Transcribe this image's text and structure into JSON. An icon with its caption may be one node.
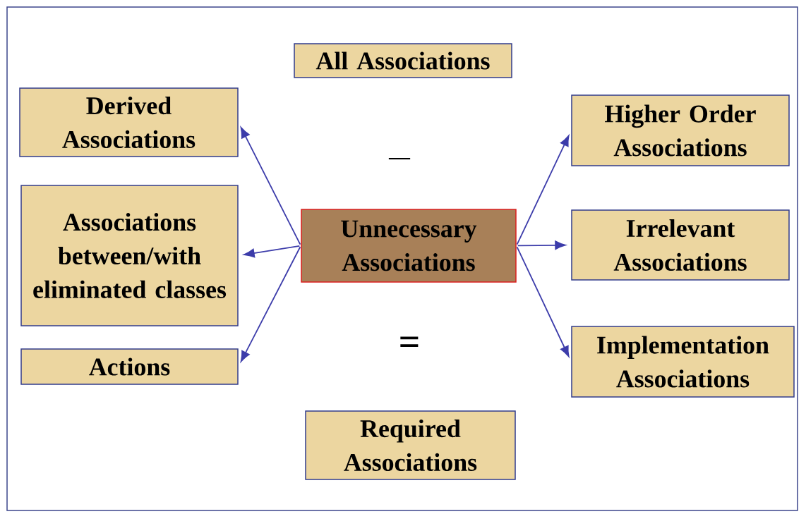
{
  "diagram": {
    "nodes": [
      {
        "text": [
          "All Associations"
        ]
      },
      {
        "text": [
          "Derived Associations"
        ]
      },
      {
        "text": [
          "Associations between/with eliminated classes"
        ]
      },
      {
        "text": [
          "Actions"
        ]
      },
      {
        "text": [
          "Unnecessary Associations"
        ]
      },
      {
        "text": [
          "Higher Order Associations"
        ]
      },
      {
        "text": [
          "Irrelevant Associations"
        ]
      },
      {
        "text": [
          "Implementation Associations"
        ]
      },
      {
        "text": [
          "Required Associations"
        ]
      }
    ],
    "edges": [
      {
        "from": 4,
        "to": 1,
        "arrow": "to"
      },
      {
        "from": 4,
        "to": 2,
        "arrow": "to"
      },
      {
        "from": 4,
        "to": 3,
        "arrow": "to"
      },
      {
        "from": 4,
        "to": 5,
        "arrow": "to"
      },
      {
        "from": 4,
        "to": 6,
        "arrow": "to"
      },
      {
        "from": 4,
        "to": 7,
        "arrow": "to"
      }
    ],
    "labels": [
      "—",
      "="
    ]
  }
}
